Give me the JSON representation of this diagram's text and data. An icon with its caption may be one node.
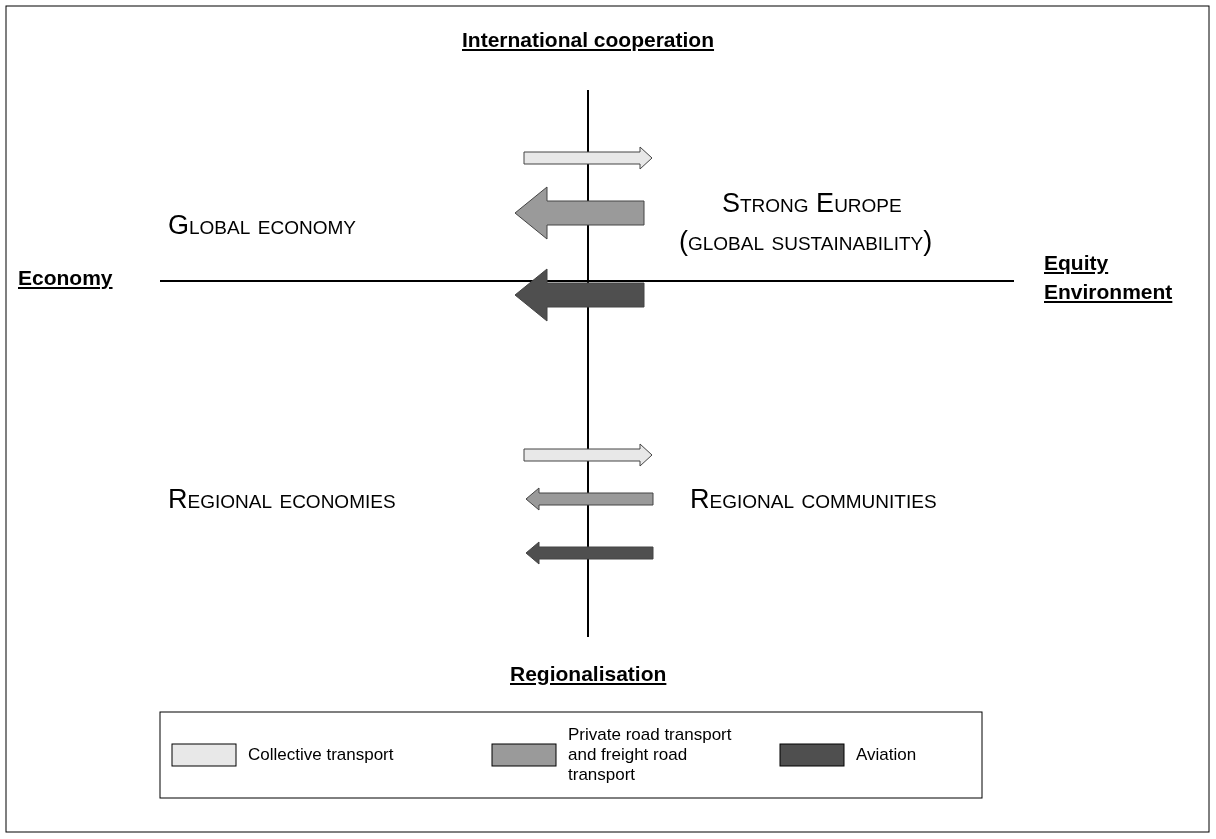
{
  "diagram": {
    "labels": [
      "International cooperation",
      "Global economy",
      "Strong Europe",
      "(global sustainability)",
      "Economy",
      "Equity Environment",
      "Regional economies",
      "Regional communities",
      "Regionalisation"
    ],
    "legend": [
      {
        "text": "Collective transport",
        "color": "#e8e8e8"
      },
      {
        "text": "Private road transport and freight road transport",
        "color": "#9a9a9a"
      },
      {
        "text": "Aviation",
        "color": "#4f4f4f"
      }
    ]
  }
}
